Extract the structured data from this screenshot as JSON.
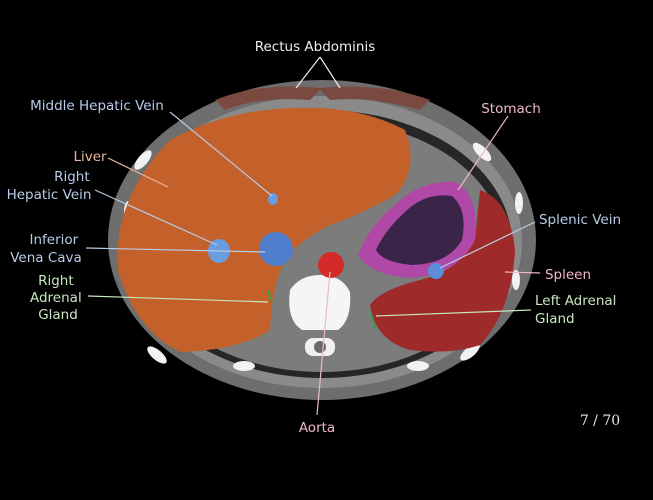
{
  "labels": {
    "rectus": "Rectus Abdominis",
    "middle_hepatic_vein": "Middle Hepatic Vein",
    "stomach": "Stomach",
    "liver": "Liver",
    "right_hepatic_vein": [
      "Right",
      "Hepatic Vein"
    ],
    "splenic_vein": "Splenic Vein",
    "ivc": [
      "Inferior",
      "Vena Cava"
    ],
    "spleen": "Spleen",
    "right_adrenal": [
      "Right",
      "Adrenal",
      "Gland"
    ],
    "left_adrenal": [
      "Left Adrenal",
      "Gland"
    ],
    "aorta": "Aorta"
  },
  "slice_counter": "7 / 70",
  "colors": {
    "liver": "#c4612b",
    "stomach": "#b048a8",
    "spleen": "#9e2a2a",
    "aorta": "#d42a2a",
    "vein": "#5b8ed8",
    "rectus": "#7a4a40",
    "label_blue": "#b8cce8",
    "label_peach": "#e8b59a",
    "label_green": "#c8e8c0",
    "label_pink": "#f0b8c8"
  }
}
